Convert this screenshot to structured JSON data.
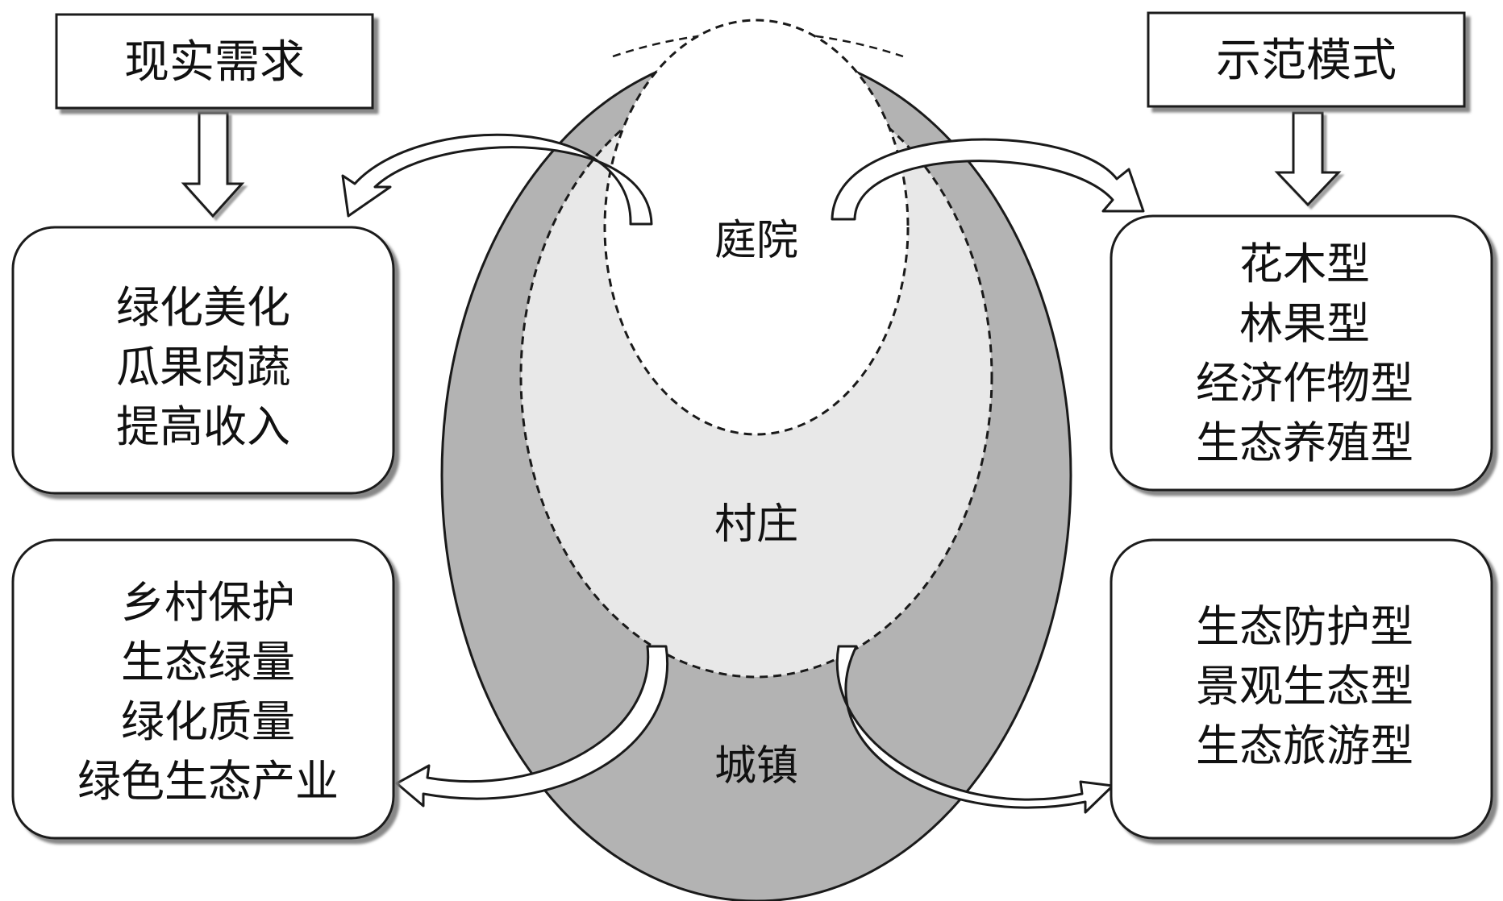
{
  "header_left": "现实需求",
  "header_right": "示范模式",
  "zones": {
    "courtyard": "庭院",
    "village": "村庄",
    "town": "城镇"
  },
  "left_top_items": [
    "绿化美化",
    "瓜果肉蔬",
    "提高收入"
  ],
  "left_bottom_items": [
    "乡村保护",
    "生态绿量",
    "绿化质量",
    "绿色生态产业"
  ],
  "right_top_items": [
    "花木型",
    "林果型",
    "经济作物型",
    "生态养殖型"
  ],
  "right_bottom_items": [
    "生态防护型",
    "景观生态型",
    "生态旅游型"
  ],
  "colors": {
    "outer_ellipse": "#b3b3b3",
    "middle_ellipse": "#e8e8e8",
    "inner_ellipse": "#ffffff",
    "stroke": "#1a1a1a"
  }
}
